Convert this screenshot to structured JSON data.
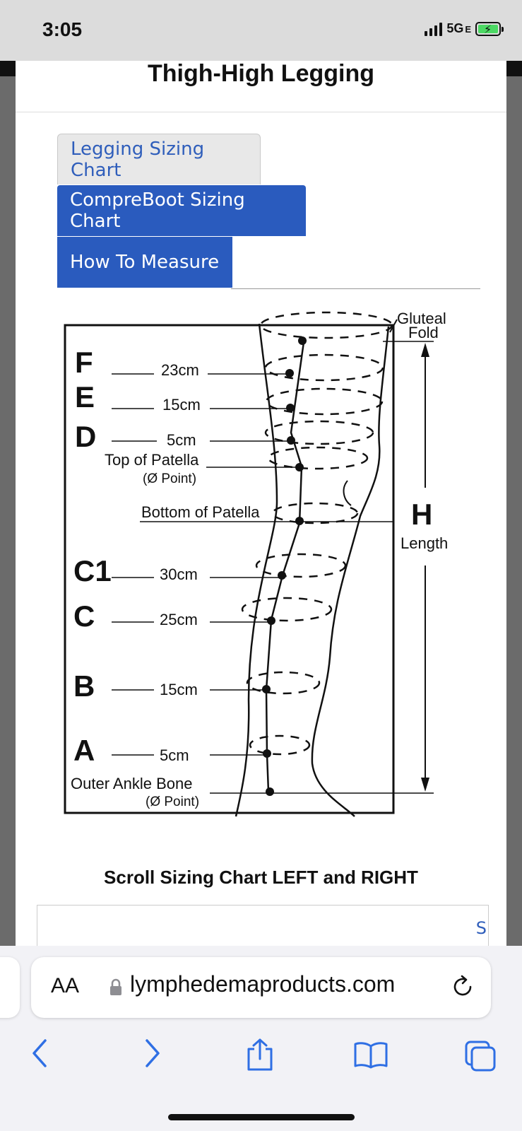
{
  "status": {
    "time": "3:05",
    "network": "5G",
    "network_sub": "E"
  },
  "page": {
    "title": "Thigh-High Legging",
    "tabs": [
      {
        "label": "Legging Sizing Chart"
      },
      {
        "label": "CompreBoot Sizing Chart"
      },
      {
        "label": "How To Measure"
      }
    ],
    "scroll_note": "Scroll Sizing Chart LEFT and RIGHT",
    "table_partial": "S"
  },
  "diagram": {
    "letters": {
      "f": "F",
      "e": "E",
      "d": "D",
      "c1": "C1",
      "c": "C",
      "b": "B",
      "a": "A",
      "h": "H"
    },
    "distances": {
      "f": "23cm",
      "e": "15cm",
      "d": "5cm",
      "c1": "30cm",
      "c": "25cm",
      "b": "15cm",
      "a": "5cm"
    },
    "labels": {
      "top_patella": "Top of Patella",
      "zero_point": "(Ø Point)",
      "bottom_patella": "Bottom of Patella",
      "outer_ankle": "Outer Ankle Bone",
      "gluteal": "Gluteal",
      "fold": "Fold",
      "length": "Length"
    }
  },
  "browser": {
    "aa": "AA",
    "url": "lymphedemaproducts.com"
  }
}
